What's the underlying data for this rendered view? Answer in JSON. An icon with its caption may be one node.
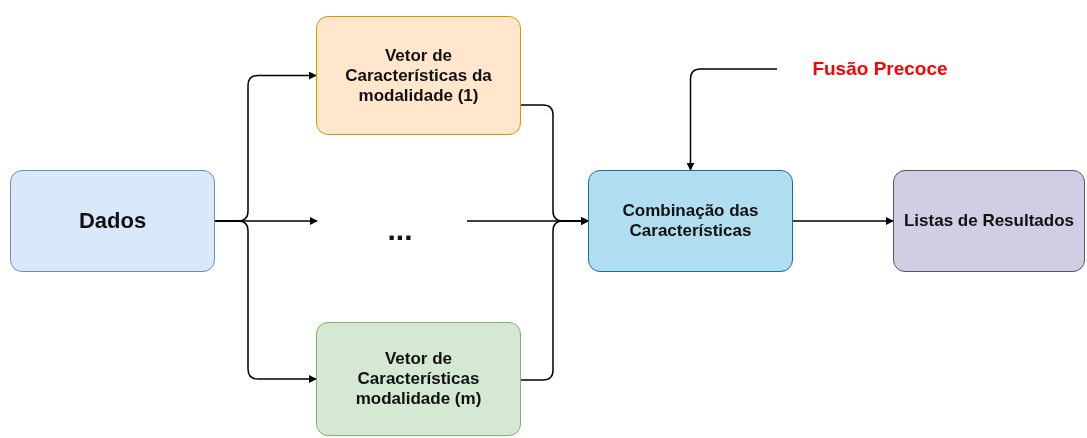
{
  "diagram": {
    "nodes": [
      {
        "text": [
          "Dados"
        ]
      },
      {
        "text": [
          "Vetor de Características da modalidade (1)"
        ]
      },
      {
        "text": [
          "..."
        ]
      },
      {
        "text": [
          "Vetor de Características modalidade (m)"
        ]
      },
      {
        "text": [
          "Combinação das Características"
        ]
      },
      {
        "text": [
          "Listas de Resultados"
        ]
      },
      {
        "text": [
          "Fusão Precoce"
        ]
      }
    ],
    "edges": [
      {
        "from": 0,
        "to": 1,
        "arrow": "to"
      },
      {
        "from": 0,
        "to": 2,
        "arrow": "to"
      },
      {
        "from": 0,
        "to": 3,
        "arrow": "to"
      },
      {
        "from": 1,
        "to": 4,
        "arrow": "to"
      },
      {
        "from": 2,
        "to": 4,
        "arrow": "to"
      },
      {
        "from": 3,
        "to": 4,
        "arrow": "to"
      },
      {
        "from": 6,
        "to": 4,
        "arrow": "to"
      },
      {
        "from": 4,
        "to": 5,
        "arrow": "to"
      }
    ]
  }
}
